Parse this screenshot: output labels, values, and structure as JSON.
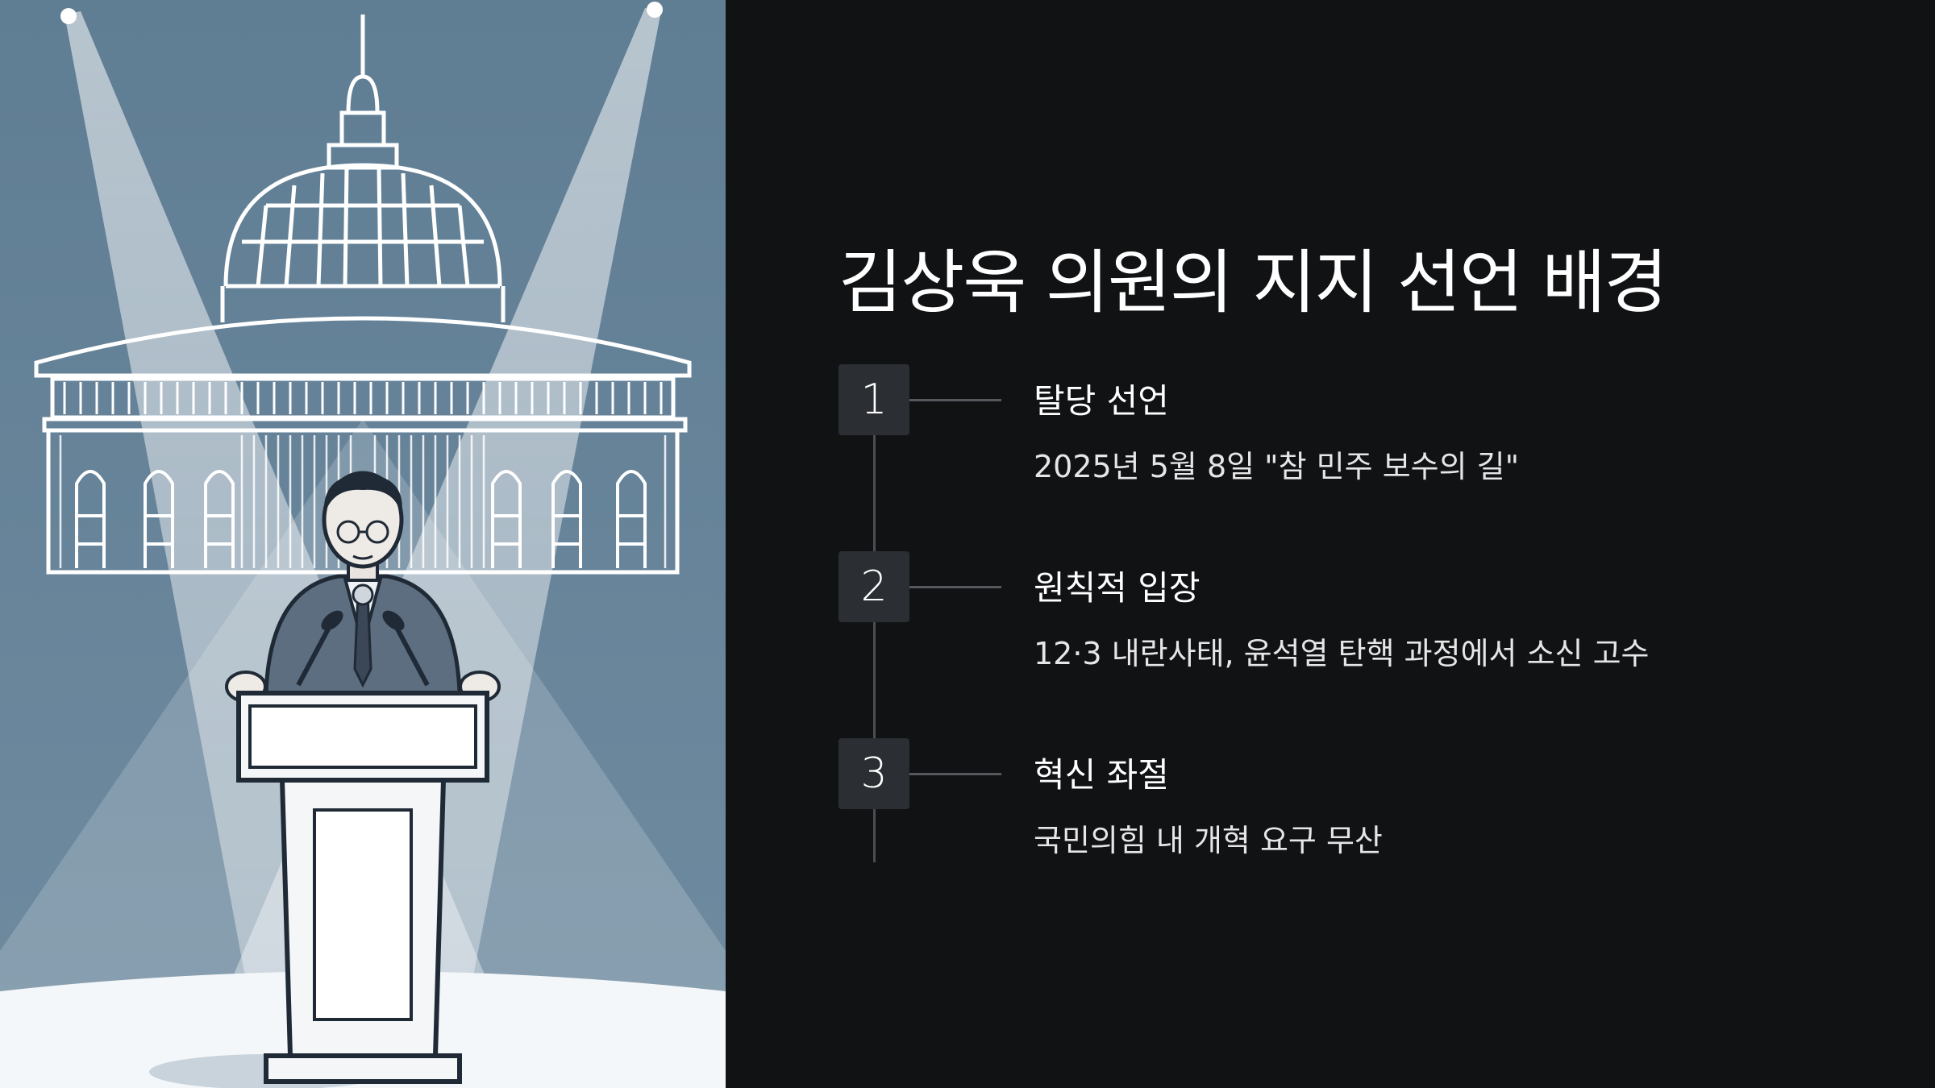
{
  "title": "김상욱 의원의 지지 선언 배경",
  "steps": [
    {
      "number": "1",
      "title": "탈당 선언",
      "description": "2025년 5월 8일 \"참 민주 보수의 길\""
    },
    {
      "number": "2",
      "title": "원칙적 입장",
      "description": "12·3 내란사태, 윤석열 탄핵 과정에서 소신 고수"
    },
    {
      "number": "3",
      "title": "혁신 좌절",
      "description": "국민의힘 내 개혁 요구 무산"
    }
  ],
  "colors": {
    "background": "#111214",
    "illustration_bg": "#5b7a90",
    "step_box": "#2b2e33",
    "timeline": "#4a4d52"
  }
}
